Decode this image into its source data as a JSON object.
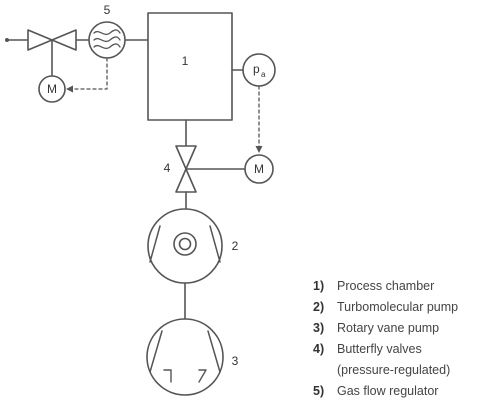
{
  "labels": {
    "chamber": "1",
    "turbo_pump": "2",
    "rotary_pump": "3",
    "butterfly_valve": "4",
    "flow_regulator": "5",
    "motor_symbol": "M",
    "gauge_symbol": "p",
    "gauge_subscript": "a"
  },
  "legend": [
    {
      "num": "1)",
      "text": "Process chamber"
    },
    {
      "num": "2)",
      "text": "Turbomolecular pump"
    },
    {
      "num": "3)",
      "text": "Rotary vane pump"
    },
    {
      "num": "4)",
      "text": "Butterfly valves"
    },
    {
      "num": "",
      "text": "(pressure-regulated)"
    },
    {
      "num": "5)",
      "text": "Gas flow regulator"
    }
  ],
  "colors": {
    "line": "#555555",
    "fill": "#ffffff"
  }
}
